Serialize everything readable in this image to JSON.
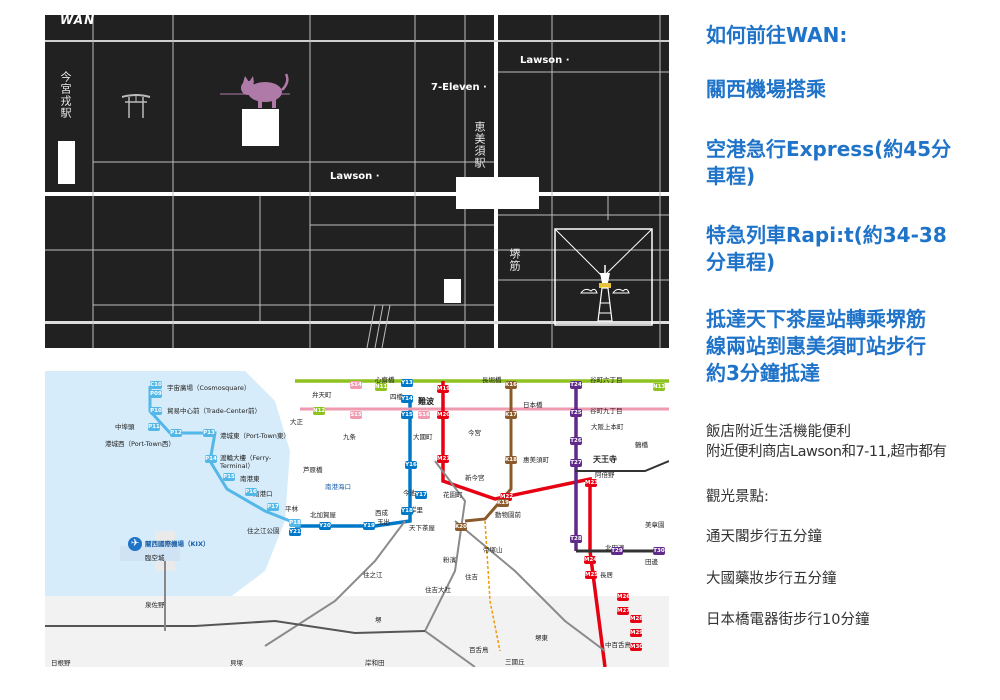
{
  "dark_map": {
    "logo": "WAN",
    "stations": {
      "imamiyaebisu": "今宮戎駅",
      "ebisucho": "恵美須駅",
      "sakaisuji": "堺筋"
    },
    "stores": {
      "lawson_top": "Lawson",
      "seven_eleven": "7-Eleven",
      "lawson_mid": "Lawson"
    },
    "icons": [
      "torii-gate-icon",
      "cat-icon",
      "tsutenkaku-tower-icon"
    ]
  },
  "rail_map": {
    "labels": {
      "cosmosquare": "宇宙廣場（Cosmosquare）",
      "tradecenter": "貿易中心前（Trade-Center前）",
      "nakafuto": "中埠頭",
      "portown_e": "港城東（Port-Town東）",
      "portown_w": "港城西（Port-Town西）",
      "ferry": "渡輪大樓（Ferry-Terminal）",
      "minamikohigashi": "南港東",
      "minamikoguchi": "南港口",
      "hirabayashi": "平林",
      "suminoekoen": "住之江公園",
      "kix": "關西國際機場（KIX）",
      "rinku": "臨空城",
      "izumisano": "泉佐野",
      "namba": "難波",
      "tennoji": "天王寺",
      "daikokucho": "大國町",
      "ebisucho": "惠美須町",
      "shinimamiya": "新今宮",
      "doubutsuen": "動物園前",
      "nipponbashi": "日本橋",
      "osakauehonmachi": "大阪上本町",
      "tsuruhashi": "鶴橋",
      "kishinosato": "岸里",
      "tengachaya": "天下茶屋",
      "tamade": "玉出",
      "nishinari": "西成",
      "sumiyoshi": "住吉",
      "sakai": "堺",
      "sakaihigashi": "堺東",
      "mikunigaoka": "三國丘",
      "nagai": "長居",
      "abeno": "阿倍野",
      "mozu": "百舌鳥",
      "bentencho": "弁天町",
      "taisho": "大正",
      "kujo": "九条",
      "shinsaibashi": "心齋橋",
      "yotsubashi": "四橋",
      "nagahoribashi": "長堀橋",
      "tanimachi6": "谷町六丁目",
      "tanimachi9": "谷町九丁目",
      "bishoen": "美章園",
      "tanabe": "田邊",
      "kitatanabe": "北田邊",
      "hanazonocho": "花園町",
      "kitakagaya": "北加賀屋",
      "suminoe": "住之江",
      "kohama": "粉濱",
      "tezukayama": "帝塚山",
      "nakamozu": "中百舌鳥",
      "hineno": "日根野",
      "kaizuka": "貝塚",
      "kishiwada": "岸和田",
      "imamiya": "今宮",
      "ashiharabashi": "芦原橋",
      "nankokaiko": "南港海口",
      "sumiyoshitaisha": "住吉大社",
      "imaike": "今池"
    },
    "badges": [
      "C10",
      "P09",
      "P10",
      "P11",
      "P12",
      "P13",
      "P14",
      "P15",
      "P16",
      "P17",
      "P18",
      "Y21",
      "Y20",
      "Y19",
      "Y18",
      "Y17",
      "Y16",
      "Y15",
      "Y14",
      "Y13",
      "S14",
      "S15",
      "S16",
      "N11",
      "N12",
      "N13",
      "M19",
      "M20",
      "M21",
      "M22",
      "M23",
      "M24",
      "M25",
      "M26",
      "M27",
      "M28",
      "M29",
      "M30",
      "K16",
      "K17",
      "K18",
      "K19",
      "K20",
      "T24",
      "T25",
      "T26",
      "T27",
      "T28",
      "T29",
      "T30"
    ]
  },
  "panel": {
    "heading1": "如何前往WAN:",
    "heading2": "關西機場搭乘",
    "heading3_line1": "空港急行Express(約45分",
    "heading3_line2": "車程)",
    "heading4_line1": "特急列車Rapi:t(約34-38",
    "heading4_line2": "分車程)",
    "heading5_line1": "抵達天下茶屋站轉乘堺筋",
    "heading5_line2": "線兩站到惠美須町站步行",
    "heading5_line3": "約3分鐘抵達",
    "para1_line1": "飯店附近生活機能便利",
    "para1_line2": "附近便利商店Lawson和7-11,超市都有",
    "sightseeing_title": "觀光景點:",
    "spot1": "通天閣步行五分鐘",
    "spot2": "大國藥妝步行五分鐘",
    "spot3": "日本橋電器街步行10分鐘"
  },
  "colors": {
    "heading_blue": "#1f73c9",
    "map_dark": "#212121",
    "line_red": "#e60012",
    "line_green": "#8dc21f",
    "line_blue": "#0078c8",
    "line_purple": "#5f2a8a",
    "line_brown": "#8b5a2b",
    "line_pink": "#f09ab0",
    "sea_blue": "#d7ecfa"
  }
}
